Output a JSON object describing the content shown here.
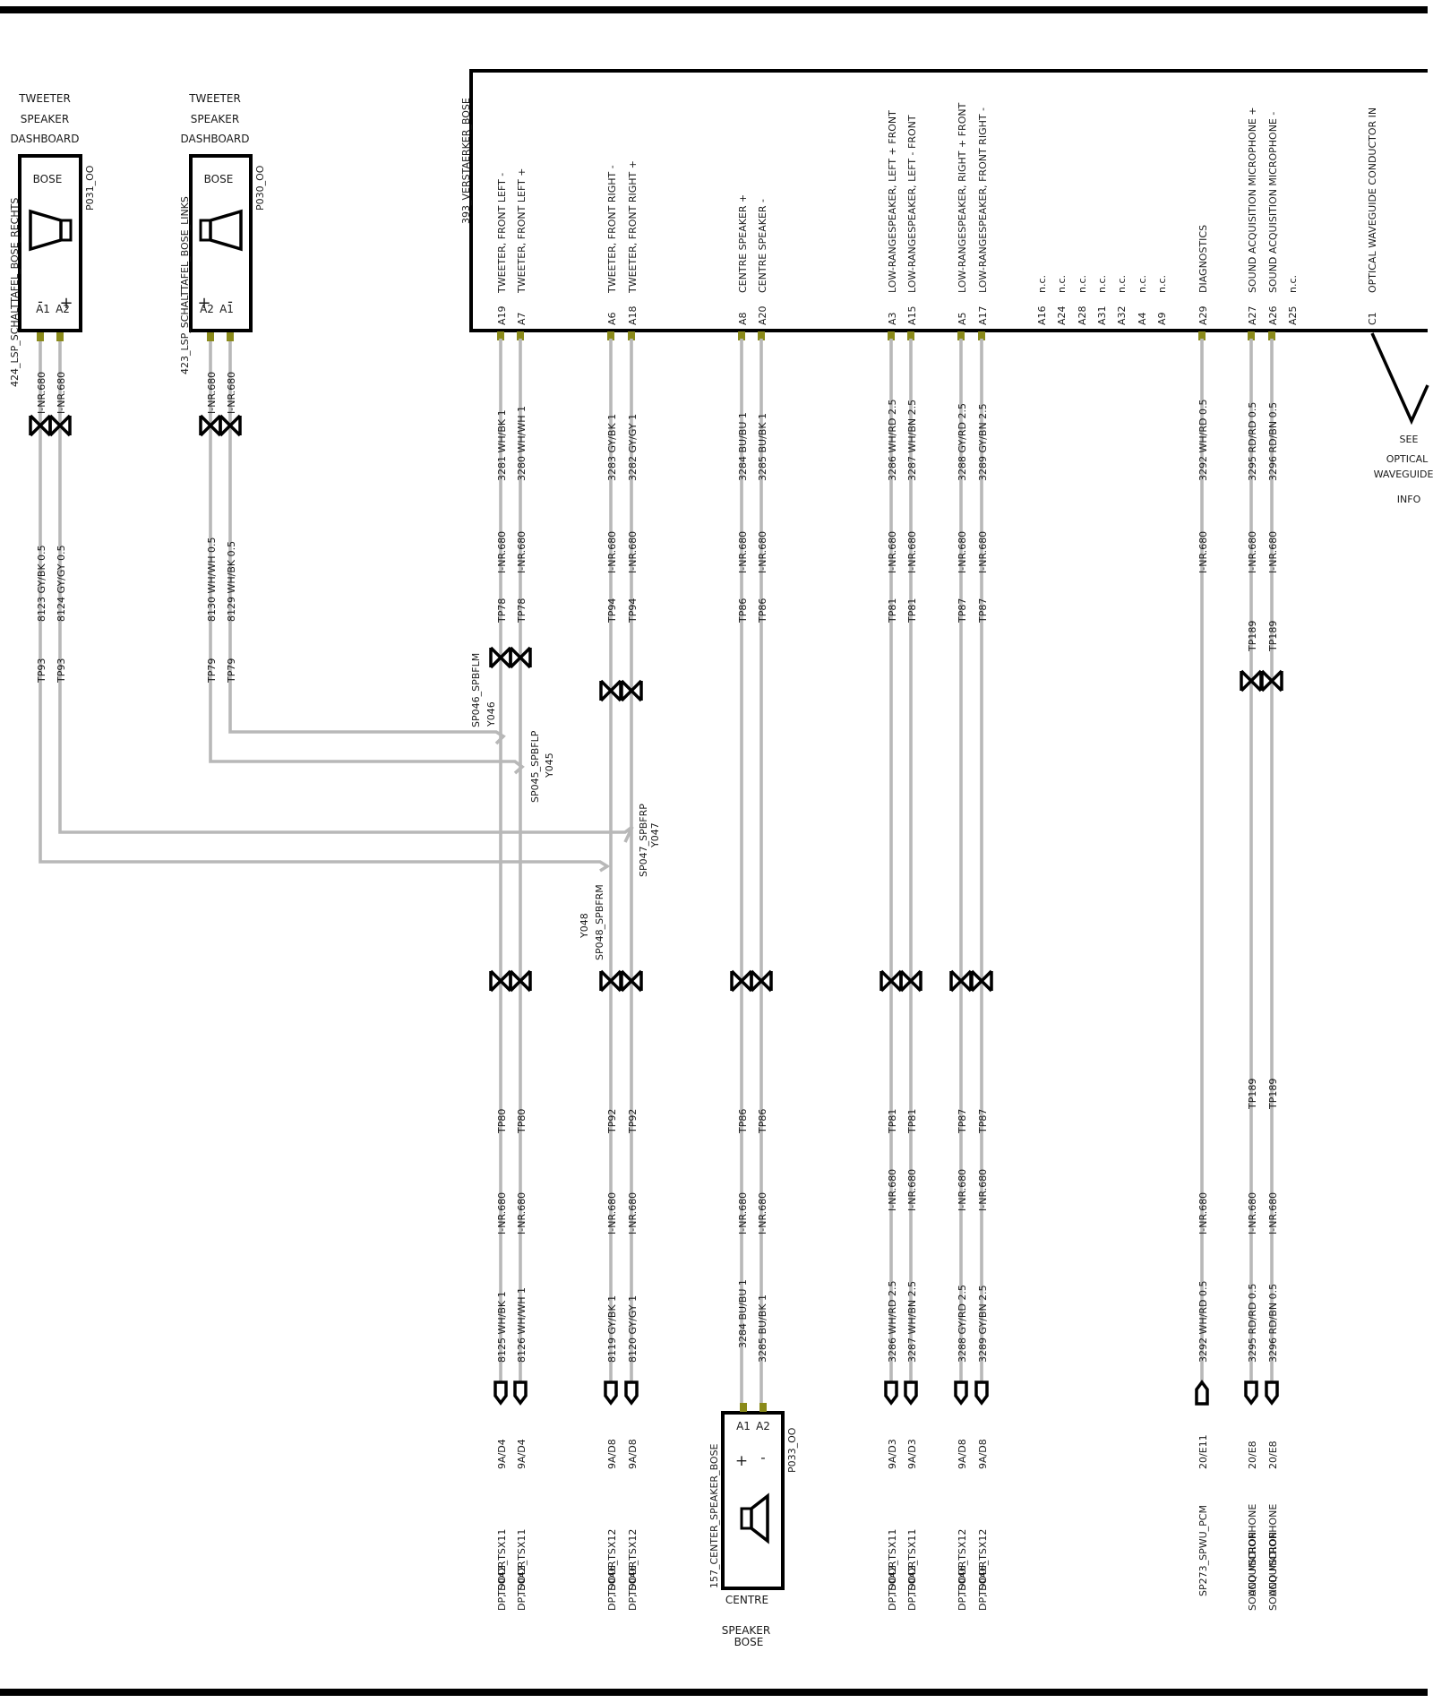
{
  "left_components": [
    {
      "header": [
        "TWEETER",
        "SPEAKER",
        "DASHBOARD"
      ],
      "brand": "BOSE",
      "code": "P031_OO",
      "name": "424_LSP_SCHALTTAFEL_BOSE_RECHTS",
      "pins": [
        "A1",
        "A2"
      ],
      "signs": [
        "-",
        "+"
      ],
      "wires": [
        {
          "top": "I-NR.680",
          "wire": "8123 GY/BK 0.5",
          "tp": "TP93"
        },
        {
          "top": "I-NR.680",
          "wire": "8124 GY/GY 0.5",
          "tp": "TP93"
        }
      ]
    },
    {
      "header": [
        "TWEETER",
        "SPEAKER",
        "DASHBOARD"
      ],
      "brand": "BOSE",
      "code": "P030_OO",
      "name": "423_LSP_SCHALTTAFEL_BOSE_LINKS",
      "pins": [
        "A2",
        "A1"
      ],
      "signs": [
        "+",
        "-"
      ],
      "wires": [
        {
          "top": "I-NR.680",
          "wire": "8130 WH/WH 0.5",
          "tp": "TP79"
        },
        {
          "top": "I-NR.680",
          "wire": "8129 WH/BK 0.5",
          "tp": "TP79"
        }
      ]
    }
  ],
  "amplifier": {
    "name": "393_VERSTAERKER_BOSE",
    "pins": [
      {
        "pin": "A19",
        "label": "TWEETER,   FRONT LEFT   -"
      },
      {
        "pin": "A7",
        "label": "TWEETER,   FRONT LEFT +"
      },
      {
        "pin": "A6",
        "label": "TWEETER,   FRONT RIGHT -"
      },
      {
        "pin": "A18",
        "label": "TWEETER,   FRONT RIGHT +"
      },
      {
        "pin": "A8",
        "label": "CENTRE     SPEAKER   +"
      },
      {
        "pin": "A20",
        "label": "CENTRE     SPEAKER   -"
      },
      {
        "pin": "A3",
        "label": "LOW-RANGESPEAKER, LEFT + FRONT"
      },
      {
        "pin": "A15",
        "label": "LOW-RANGESPEAKER, LEFT -    FRONT"
      },
      {
        "pin": "A5",
        "label": "LOW-RANGESPEAKER, RIGHT + FRONT"
      },
      {
        "pin": "A17",
        "label": "LOW-RANGESPEAKER, FRONT  RIGHT -"
      },
      {
        "pin": "A16",
        "label": "n.c."
      },
      {
        "pin": "A24",
        "label": "n.c."
      },
      {
        "pin": "A28",
        "label": "n.c."
      },
      {
        "pin": "A31",
        "label": "n.c."
      },
      {
        "pin": "A32",
        "label": "n.c."
      },
      {
        "pin": "A4",
        "label": "n.c."
      },
      {
        "pin": "A9",
        "label": "n.c."
      },
      {
        "pin": "A29",
        "label": "DIAGNOSTICS"
      },
      {
        "pin": "A27",
        "label": "SOUND  ACQUISITION  MICROPHONE  +"
      },
      {
        "pin": "A26",
        "label": "SOUND  ACQUISITION  MICROPHONE  -"
      },
      {
        "pin": "A25",
        "label": "n.c."
      },
      {
        "pin": "C1",
        "label": "OPTICAL   WAVEGUIDE   CONDUCTOR IN"
      }
    ]
  },
  "see_note": [
    "SEE",
    "OPTICAL",
    "WAVEGUIDE",
    "INFO"
  ],
  "wires": [
    {
      "top": "3281 WH/BK 1",
      "inr1": "I-NR.680",
      "tp1": "TP78",
      "tp2": "TP80",
      "inr2": "I-NR.680",
      "bottom": "8125 WH/BK 1",
      "ref": "9A/D4",
      "dest": "DP, DOOR",
      "dest_code": "TS042_TSX11"
    },
    {
      "top": "3280 WH/WH 1",
      "inr1": "I-NR.680",
      "tp1": "TP78",
      "tp2": "TP80",
      "inr2": "I-NR.680",
      "bottom": "8126 WH/WH 1",
      "ref": "9A/D4",
      "dest": "DP, DOOR",
      "dest_code": "TS042_TSX11"
    },
    {
      "top": "3283 GY/BK 1",
      "inr1": "I-NR.680",
      "tp1": "TP94",
      "tp2": "TP92",
      "inr2": "I-NR.680",
      "bottom": "8119 GY/BK 1",
      "ref": "9A/D8",
      "dest": "DP, DOOR",
      "dest_code": "TS046_TSX12"
    },
    {
      "top": "3282 GY/GY 1",
      "inr1": "I-NR.680",
      "tp1": "TP94",
      "tp2": "TP92",
      "inr2": "I-NR.680",
      "bottom": "8120 GY/GY 1",
      "ref": "9A/D8",
      "dest": "DP, DOOR",
      "dest_code": "TS046_TSX12"
    },
    {
      "top": "3284 BU/BU 1",
      "inr1": "I-NR.680",
      "tp1": "TP86",
      "tp2": "TP86",
      "inr2": "I-NR.680",
      "bottom": "3284 BU/BU 1",
      "ref": "",
      "dest": "",
      "dest_code": ""
    },
    {
      "top": "3285 BU/BK 1",
      "inr1": "I-NR.680",
      "tp1": "TP86",
      "tp2": "TP86",
      "inr2": "I-NR.680",
      "bottom": "3285 BU/BK 1",
      "ref": "",
      "dest": "",
      "dest_code": ""
    },
    {
      "top": "3286 WH/RD 2.5",
      "inr1": "I-NR.680",
      "tp1": "TP81",
      "tp2": "TP81",
      "inr2": "I-NR.680",
      "bottom": "3286 WH/RD 2.5",
      "ref": "9A/D3",
      "dest": "DP, DOOR",
      "dest_code": "TS042_TSX11"
    },
    {
      "top": "3287 WH/BN 2.5",
      "inr1": "I-NR.680",
      "tp1": "TP81",
      "tp2": "TP81",
      "inr2": "I-NR.680",
      "bottom": "3287 WH/BN 2.5",
      "ref": "9A/D3",
      "dest": "DP, DOOR",
      "dest_code": "TS042_TSX11"
    },
    {
      "top": "3288 GY/RD 2.5",
      "inr1": "I-NR.680",
      "tp1": "TP87",
      "tp2": "TP87",
      "inr2": "I-NR.680",
      "bottom": "3288 GY/RD 2.5",
      "ref": "9A/D8",
      "dest": "DP, DOOR",
      "dest_code": "TS046_TSX12"
    },
    {
      "top": "3289 GY/BN 2.5",
      "inr1": "I-NR.680",
      "tp1": "TP87",
      "tp2": "TP87",
      "inr2": "I-NR.680",
      "bottom": "3289 GY/BN 2.5",
      "ref": "9A/D8",
      "dest": "DP, DOOR",
      "dest_code": "TS046_TSX12"
    },
    {
      "top": "3292 WH/RD 0.5",
      "inr1": "I-NR.680",
      "tp1": "",
      "tp2": "",
      "inr2": "I-NR.680",
      "bottom": "3292 WH/RD 0.5",
      "ref": "20/E11",
      "dest": "",
      "dest_code": "SP273_SPWU_PCM"
    },
    {
      "top": "3295 RD/RD 0.5",
      "inr1": "I-NR.680",
      "tp1": "TP189",
      "tp2": "TP189",
      "inr2": "I-NR.680",
      "bottom": "3295 RD/RD 0.5",
      "ref": "20/E8",
      "dest": "SOUND MICROPHONE",
      "dest_code": "ACQUISITION"
    },
    {
      "top": "3296 RD/BN 0.5",
      "inr1": "I-NR.680",
      "tp1": "TP189",
      "tp2": "TP189",
      "inr2": "I-NR.680",
      "bottom": "3296 RD/BN 0.5",
      "ref": "20/E8",
      "dest": "SOUND MICROPHONE",
      "dest_code": "ACQUISITION"
    }
  ],
  "splices": [
    {
      "label": "SP046_SPBFLM",
      "id": "Y046"
    },
    {
      "label": "SP045_SPBFLP",
      "id": "Y045"
    },
    {
      "label": "SP047_SPBFRP",
      "id": "Y047"
    },
    {
      "label": "SP048_SPBFRM",
      "id": "Y048"
    }
  ],
  "center_speaker": {
    "name": "157_CENTER_SPEAKER_BOSE",
    "code": "P033_OO",
    "pins": [
      "A1",
      "A2"
    ],
    "signs": [
      "+",
      "-"
    ],
    "footer": [
      "CENTRE",
      "SPEAKER",
      "BOSE"
    ]
  }
}
